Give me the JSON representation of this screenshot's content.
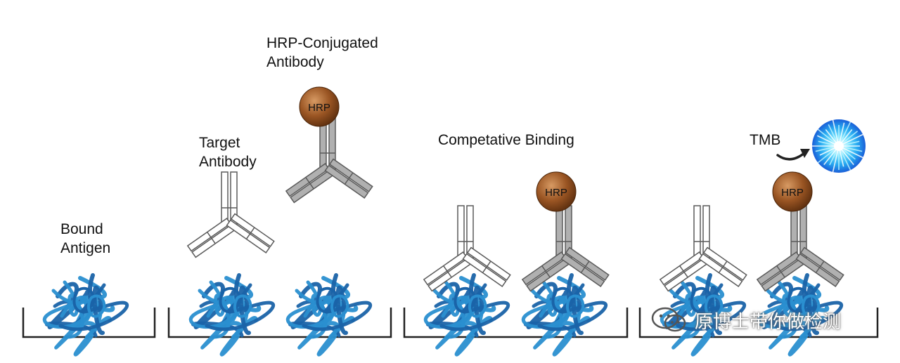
{
  "labels": {
    "bound_antigen": [
      "Bound",
      "Antigen"
    ],
    "target_antibody": [
      "Target",
      "Antibody"
    ],
    "hrp_conjugated_antibody": [
      "HRP-Conjugated",
      "Antibody"
    ],
    "competative_binding": "Competative Binding",
    "tmb": "TMB"
  },
  "hrp_label": "HRP",
  "watermark": "原博士带你做检测",
  "colors": {
    "antigen": "#2a8fd0",
    "antigen_dark": "#1a63a8",
    "hrp": "#9a5523",
    "hrp_highlight": "#d79a63",
    "antibody_grey": "#b0b0b0",
    "antibody_outline": "#5a5a5a",
    "well": "#222222",
    "signal_core": "#ffffff",
    "signal_mid": "#33ccff",
    "signal_edge": "#1a5fd8"
  },
  "icons": {
    "tmb_arrow": "curved-arrow-icon",
    "signal": "starburst-icon",
    "watermark": "wechat-icon"
  }
}
